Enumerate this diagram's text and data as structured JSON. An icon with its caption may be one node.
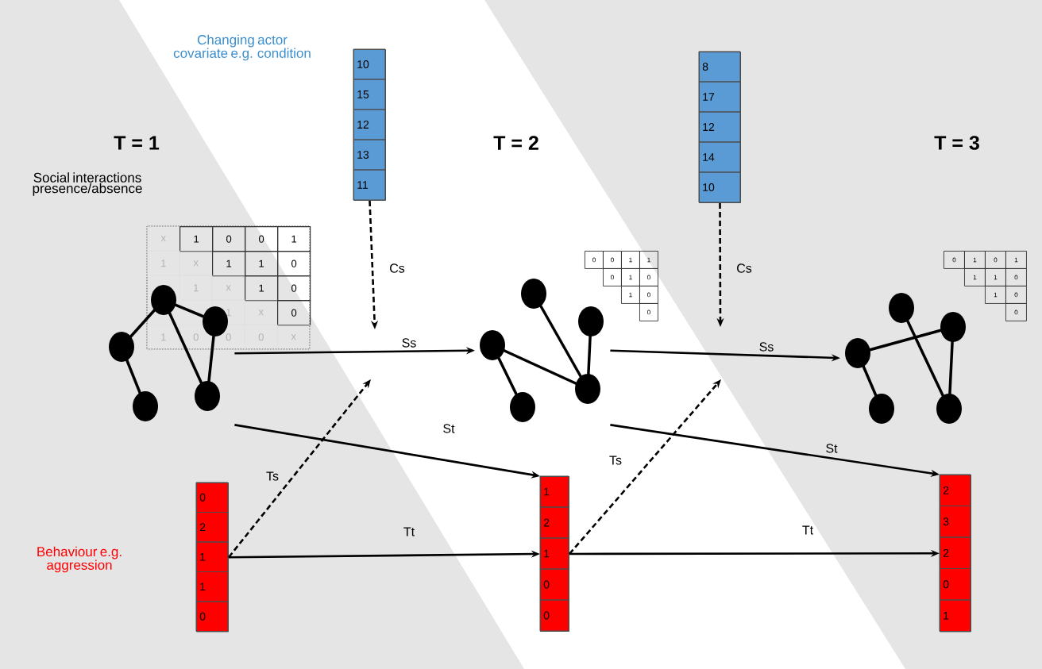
{
  "diagram": {
    "nodes": [
      {
        "text": [
          "10",
          "15",
          "12",
          "13",
          "11"
        ]
      },
      {
        "text": [
          "8",
          "17",
          "12",
          "14",
          "10"
        ]
      },
      {
        "text": [],
        "shape": "graph"
      },
      {
        "text": [],
        "shape": "graph"
      },
      {
        "text": [],
        "shape": "graph"
      },
      {
        "text": [
          "0",
          "2",
          "1",
          "1",
          "0"
        ]
      },
      {
        "text": [
          "1",
          "2",
          "1",
          "0",
          "0"
        ]
      },
      {
        "text": [
          "2",
          "3",
          "2",
          "0",
          "1"
        ]
      }
    ],
    "edges": [
      {
        "from": 0,
        "to": null,
        "arrow": "to",
        "label": "Cs",
        "style": "dashed"
      },
      {
        "from": 1,
        "to": null,
        "arrow": "to",
        "label": "Cs",
        "style": "dashed"
      },
      {
        "from": 2,
        "to": 3,
        "arrow": "to",
        "label": "Ss"
      },
      {
        "from": 3,
        "to": 4,
        "arrow": "to",
        "label": "Ss"
      },
      {
        "from": 2,
        "to": 6,
        "arrow": "to",
        "label": "St"
      },
      {
        "from": 3,
        "to": 7,
        "arrow": "to",
        "label": "St"
      },
      {
        "from": 5,
        "to": null,
        "arrow": "to",
        "label": "Ts",
        "style": "dashed"
      },
      {
        "from": 6,
        "to": null,
        "arrow": "to",
        "label": "Ts",
        "style": "dashed"
      },
      {
        "from": 5,
        "to": 6,
        "arrow": "to",
        "label": "Tt"
      },
      {
        "from": 6,
        "to": 7,
        "arrow": "to",
        "label": "Tt"
      }
    ],
    "labels": [
      "Changing actor covariate e.g. condition",
      "T = 1",
      "T = 2",
      "T = 3",
      "Social interactions presence/absence",
      "x",
      "1",
      "0",
      "0",
      "1",
      "1",
      "x",
      "1",
      "1",
      "0",
      "1",
      "x",
      "1",
      "0",
      "1",
      "x",
      "0",
      "1",
      "0",
      "0",
      "0",
      "x",
      "0",
      "0",
      "1",
      "1",
      "0",
      "1",
      "0",
      "1",
      "0",
      "0",
      "0",
      "1",
      "0",
      "1",
      "1",
      "1",
      "0",
      "1",
      "0",
      "0",
      "Behaviour e.g. aggression"
    ]
  }
}
